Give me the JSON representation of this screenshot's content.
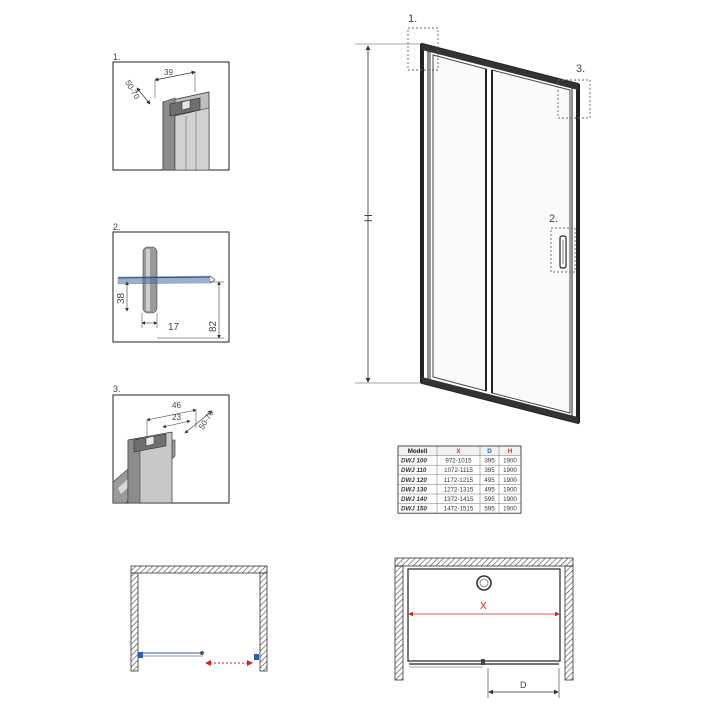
{
  "detail_1": {
    "number": "1.",
    "dims": [
      "50-70",
      "39"
    ]
  },
  "detail_2": {
    "number": "2.",
    "dims": [
      "38",
      "17",
      "82"
    ]
  },
  "detail_3": {
    "number": "3.",
    "dims": [
      "46",
      "23",
      "50-70"
    ]
  },
  "door_front": {
    "callouts": [
      "1.",
      "2.",
      "3."
    ],
    "height_label": "H"
  },
  "spec_table": {
    "headers": [
      "Modell",
      "X",
      "D",
      "H"
    ],
    "rows": [
      [
        "DWJ 100",
        "972-1015",
        "395",
        "1900"
      ],
      [
        "DWJ 110",
        "1072-1115",
        "395",
        "1900"
      ],
      [
        "DWJ 120",
        "1172-1215",
        "495",
        "1900"
      ],
      [
        "DWJ 130",
        "1272-1315",
        "495",
        "1900"
      ],
      [
        "DWJ 140",
        "1372-1415",
        "595",
        "1900"
      ],
      [
        "DWJ 150",
        "1472-1515",
        "595",
        "1900"
      ]
    ]
  },
  "plan_right": {
    "width_label": "X",
    "depth_label": "D"
  },
  "colors": {
    "line": "#222222",
    "callout_box": "#666666",
    "dimension": "#333333",
    "glass": "#4a6fa5",
    "accent_red": "#d22222",
    "blue_marker": "#2d5db5",
    "header_red": "#c0392b",
    "header_blue": "#2a5db0"
  }
}
